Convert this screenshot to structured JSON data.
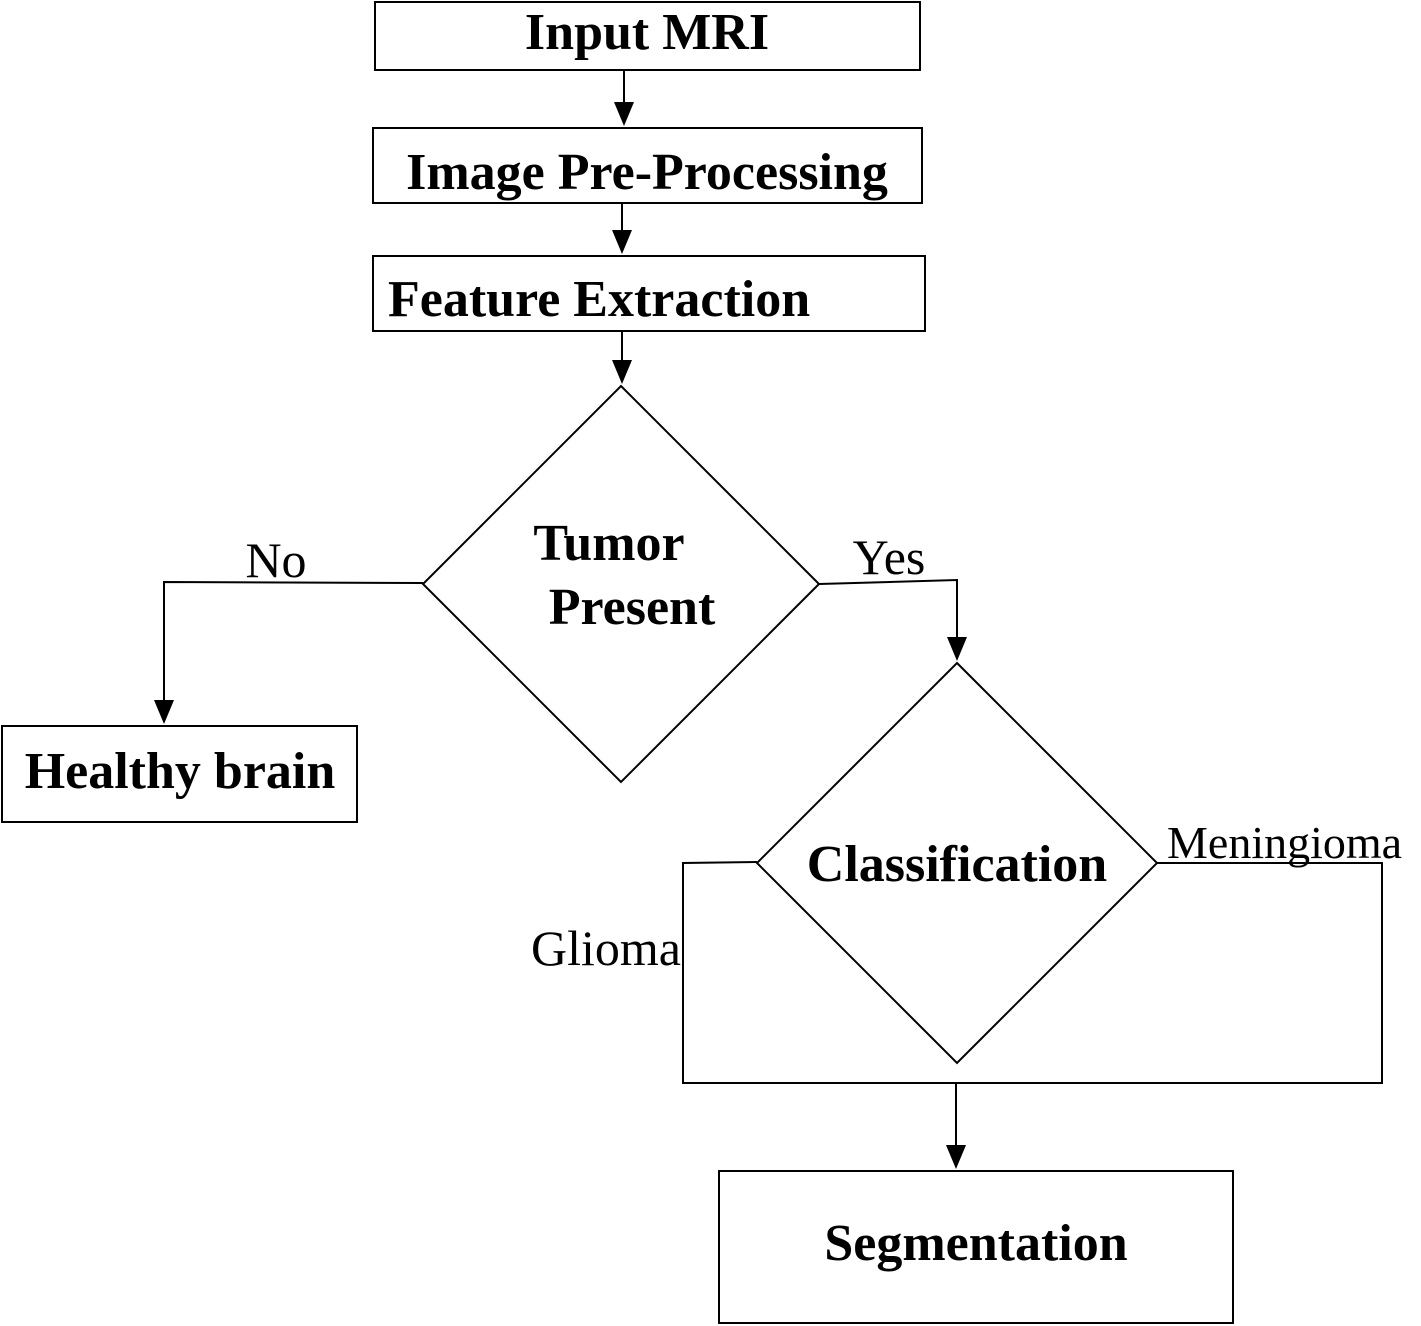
{
  "nodes": {
    "input_mri": "Input MRI",
    "preprocessing": "Image Pre-Processing",
    "feature_extraction": "Feature Extraction",
    "tumor_present_line1": "Tumor",
    "tumor_present_line2": "Present",
    "healthy_brain": "Healthy brain",
    "classification": "Classification",
    "segmentation": "Segmentation"
  },
  "edges": {
    "no": "No",
    "yes": "Yes",
    "glioma": "Glioma",
    "meningioma": "Meningioma"
  }
}
